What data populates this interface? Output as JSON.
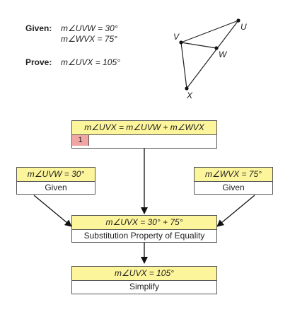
{
  "given": {
    "label": "Given:",
    "line1": "m∠UVW = 30°",
    "line2": "m∠WVX = 75°"
  },
  "prove": {
    "label": "Prove:",
    "statement": "m∠UVX = 105°"
  },
  "figure": {
    "points": {
      "U": "U",
      "V": "V",
      "W": "W",
      "X": "X"
    }
  },
  "flowchart": {
    "top": {
      "statement": "m∠UVX = m∠UVW + m∠WVX",
      "step_number": "1"
    },
    "left": {
      "statement": "m∠UVW = 30°",
      "reason": "Given"
    },
    "right": {
      "statement": "m∠WVX = 75°",
      "reason": "Given"
    },
    "middle": {
      "statement": "m∠UVX = 30° + 75°",
      "reason": "Substitution Property of Equality"
    },
    "bottom": {
      "statement": "m∠UVX = 105°",
      "reason": "Simplify"
    }
  },
  "colors": {
    "statement_fill": "#fdf59b",
    "step_number_fill": "#f2a5a5",
    "border": "#555555"
  }
}
